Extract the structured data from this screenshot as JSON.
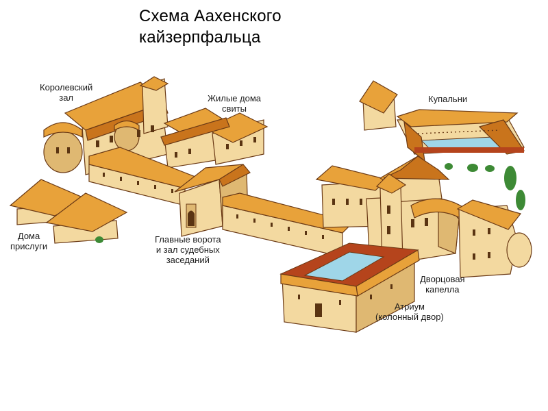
{
  "title": "Схема Аахенского\nкайзерпфальца",
  "labels": {
    "royal_hall": "Королевский\nзал",
    "retinue_houses": "Жилые дома\nсвиты",
    "baths": "Купальни",
    "servant_houses": "Дома\nприслуги",
    "main_gate": "Главные ворота\nи зал судебных\nзаседаний",
    "palace_chapel": "Дворцовая\nкапелла",
    "atrium": "Атриум\n(колонный двор)"
  },
  "colors": {
    "roof": "#e8a23a",
    "roof_dark": "#c9741c",
    "roof_edge": "#b5441c",
    "wall": "#f3d9a0",
    "wall_shade": "#dfb872",
    "outline": "#6b3a16",
    "tree": "#3d8a35",
    "water": "#9fd6e8"
  }
}
